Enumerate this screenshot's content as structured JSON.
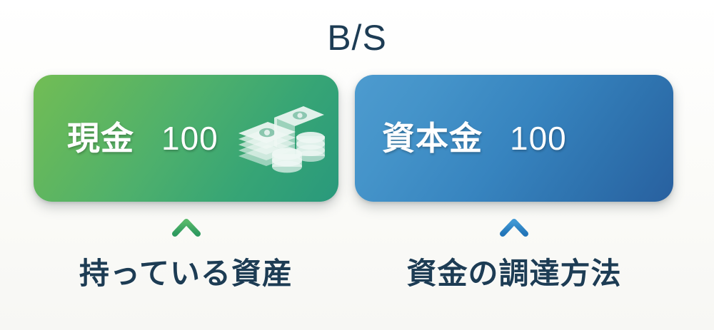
{
  "diagram": {
    "title": "B/S",
    "background_color": "#fbfbf9",
    "title_color": "#1d3c54"
  },
  "cards": [
    {
      "id": "assets",
      "label": "現金",
      "amount": "100",
      "icon": "money-stack-icon",
      "gradient_from": "#72bd55",
      "gradient_to": "#29997c",
      "text_color": "#ffffff"
    },
    {
      "id": "equity",
      "label": "資本金",
      "amount": "100",
      "icon": "none",
      "gradient_from": "#4d9bcf",
      "gradient_to": "#28609f",
      "text_color": "#ffffff"
    }
  ],
  "notes": [
    {
      "id": "assets",
      "arrow": "arrow-up-icon",
      "arrow_color": "#3fa862",
      "caption": "持っている資産",
      "caption_color": "#1d3c54"
    },
    {
      "id": "equity",
      "arrow": "arrow-up-icon",
      "arrow_color": "#2e86c8",
      "caption": "資金の調達方法",
      "caption_color": "#1d3c54"
    }
  ]
}
